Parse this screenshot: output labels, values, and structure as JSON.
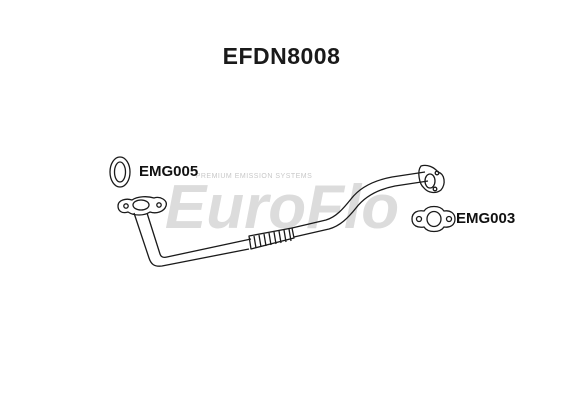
{
  "diagram": {
    "part_number": "EFDN8008",
    "components": [
      {
        "code": "EMG005"
      },
      {
        "code": "EMG003"
      }
    ]
  },
  "watermark": {
    "brand": "EuroFlo",
    "tagline": "PREMIUM EMISSION SYSTEMS",
    "color": "#d9d9d9"
  },
  "colors": {
    "line": "#1a1a1a",
    "background": "#ffffff"
  }
}
